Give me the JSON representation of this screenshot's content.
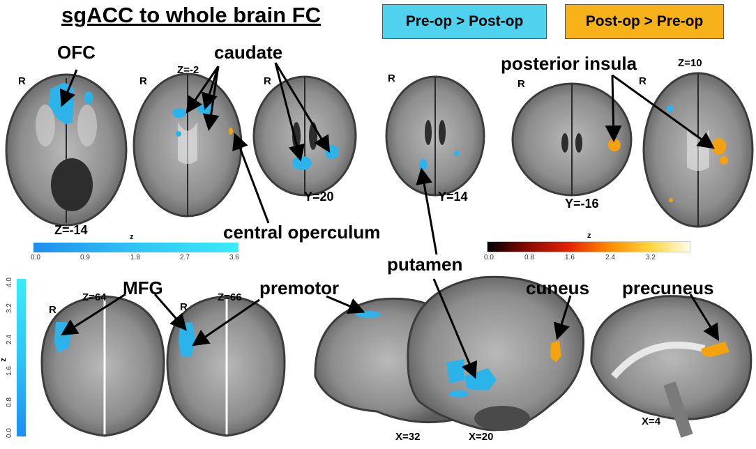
{
  "title": "sgACC to whole brain FC",
  "legend": {
    "pre_post": "Pre-op > Post-op",
    "post_pre": "Post-op > Pre-op",
    "colors": {
      "pre_post_bg": "#4fd2ee",
      "post_pre_bg": "#f7b219",
      "blue_blob": "#2cb4ea",
      "orange_blob": "#f5a20f"
    }
  },
  "region_labels": {
    "ofc": "OFC",
    "caudate": "caudate",
    "posterior_insula": "posterior insula",
    "central_operculum": "central operculum",
    "putamen": "putamen",
    "mfg": "MFG",
    "premotor": "premotor",
    "cuneus": "cuneus",
    "precuneus": "precuneus"
  },
  "slice_labels": {
    "z_neg14": "Z=-14",
    "z_neg2": "Z=-2",
    "y_20": "Y=20",
    "y_14": "Y=14",
    "y_neg16": "Y=-16",
    "z_10": "Z=10",
    "z_64": "Z=64",
    "z_66": "Z=66",
    "x_32": "X=32",
    "x_20": "X=20",
    "x_4": "X=4"
  },
  "orientation": "R",
  "colorbars": {
    "axis_label": "z",
    "blue_ticks": [
      "0.0",
      "0.9",
      "1.8",
      "2.7",
      "3.6"
    ],
    "hot_ticks": [
      "0.0",
      "0.8",
      "1.6",
      "2.4",
      "3.2"
    ],
    "blue_vertical_ticks": [
      "0.0",
      "0.8",
      "1.6",
      "2.4",
      "3.2",
      "4.0"
    ]
  }
}
